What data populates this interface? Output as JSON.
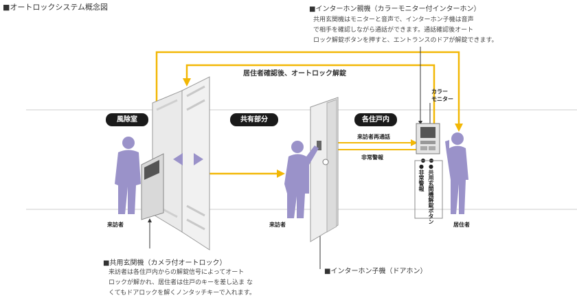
{
  "title": "■オートロックシステム概念図",
  "rooms": {
    "windbreak": "風除室",
    "common": "共有部分",
    "units": "各住戸内"
  },
  "top_flow_label": "居住者確認後、オートロック解錠",
  "master_unit": {
    "heading": "■インターホン親機（カラーモニター付インターホン）",
    "lines": [
      "共用玄関機はモニターと音声で、インターホン子機は音声",
      "で相手を確認しながら通話ができます。通話確認後オート",
      "ロック解錠ボタンを押すと、エントランスのドアが解錠できます。"
    ]
  },
  "color_monitor_label": "カラー\nモニター",
  "visitor_recall_label": "来訪者再通話",
  "emergency_label": "非常警報",
  "button_labels": {
    "emergency_alarm": "●非常警報",
    "unlock_button": "●共用玄関機解錠ボタン"
  },
  "people": {
    "visitor_left": "来訪者",
    "visitor_middle": "来訪者",
    "resident": "居住者"
  },
  "entrance_unit": {
    "heading": "■共用玄関機（カメラ付オートロック）",
    "lines": [
      "来訪者は各住戸内からの解錠信号によってオート",
      "ロックが解かれ、居住者は住戸のキーを差し込ま な",
      "くてもドアロックを解くノンタッチキーで入れます。"
    ]
  },
  "door_intercom_label": "■インターホン子機（ドアホン）",
  "colors": {
    "signal": "#f2b705",
    "person": "#9a92c9",
    "panel": "#d9d9d9",
    "dark": "#1a1a1a"
  }
}
